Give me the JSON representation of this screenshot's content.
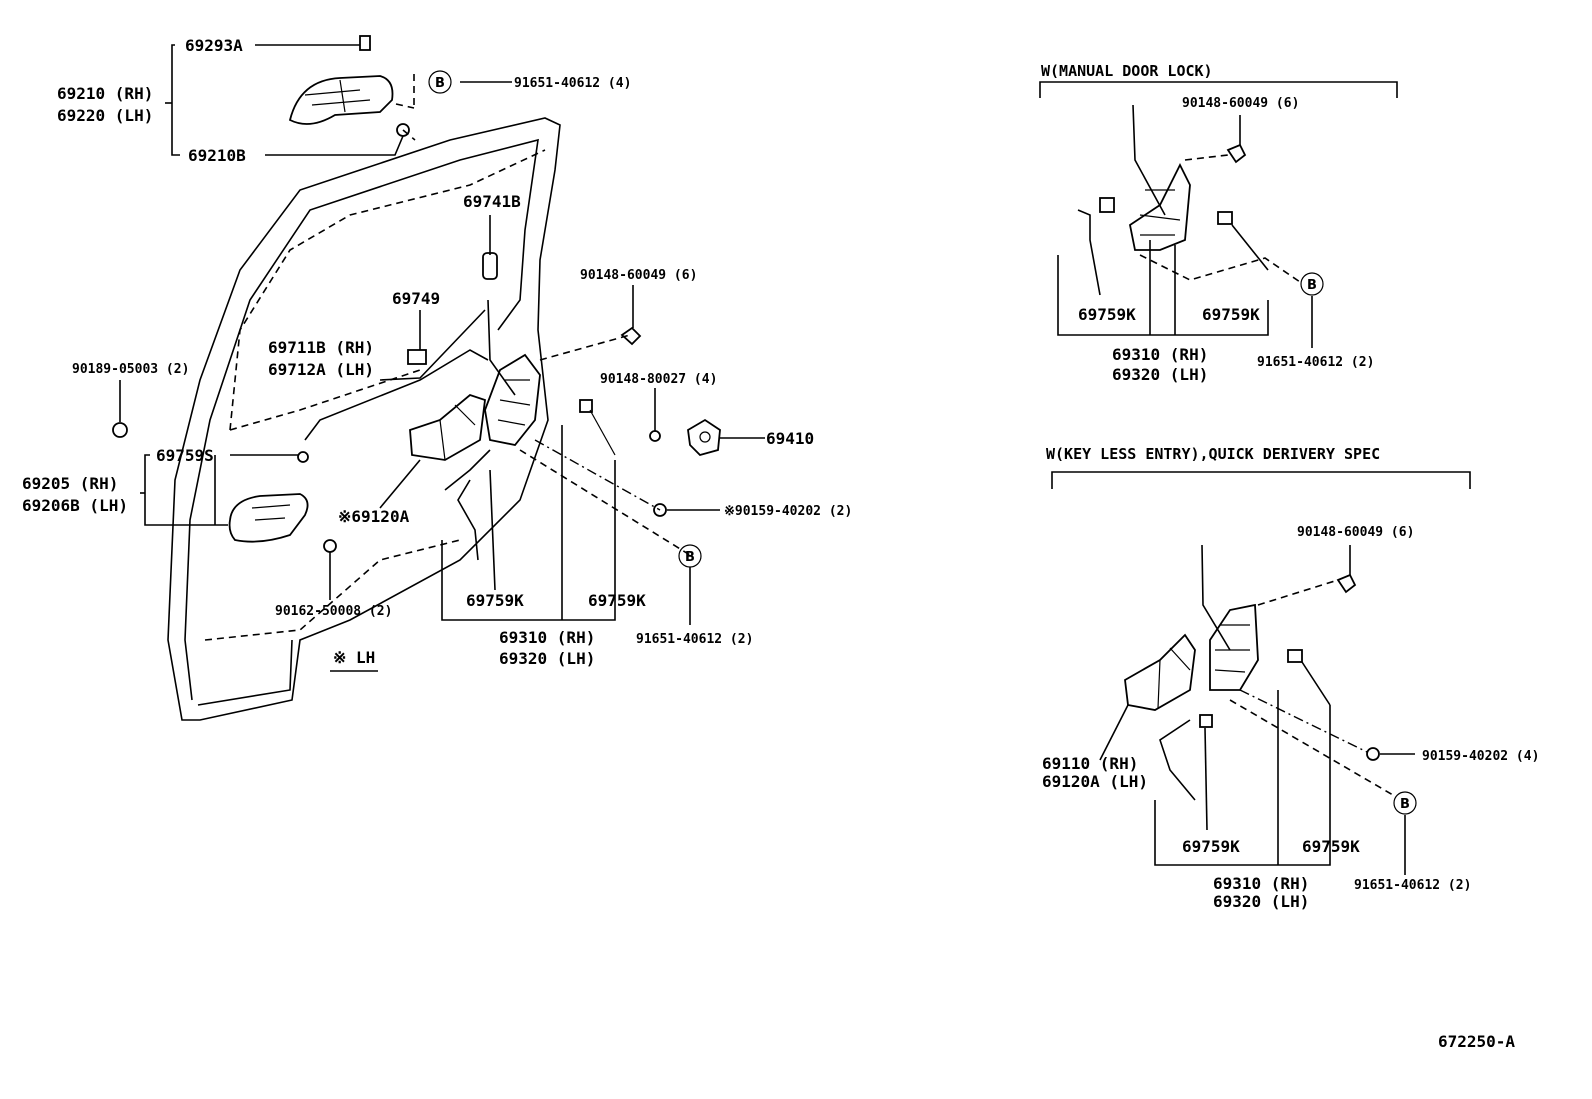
{
  "labels": {
    "p69293A": "69293A",
    "p69210": "69210 (RH)",
    "p69220": "69220 (LH)",
    "p69210B": "69210B",
    "p91651_4": "91651-40612 (4)",
    "p69741B": "69741B",
    "p90148_6_main": "90148-60049 (6)",
    "p69749": "69749",
    "p69711B": "69711B (RH)",
    "p69712A": "69712A (LH)",
    "p90189": "90189-05003 (2)",
    "p90148_80027": "90148-80027 (4)",
    "p69410": "69410",
    "p69759S": "69759S",
    "p69205": "69205  (RH)",
    "p69206B": "69206B (LH)",
    "p69120A_main": "※69120A",
    "p90159_main": "※90159-40202 (2)",
    "p90162": "90162-50008 (2)",
    "p69759K_1": "69759K",
    "p69759K_2": "69759K",
    "p69310_main": "69310 (RH)",
    "p69320_main": "69320 (LH)",
    "p91651_2_main": "91651-40612 (2)",
    "note_lh": "※ LH",
    "manual_header": "W(MANUAL DOOR LOCK)",
    "m_90148": "90148-60049 (6)",
    "m_69759K_1": "69759K",
    "m_69759K_2": "69759K",
    "m_69310": "69310 (RH)",
    "m_69320": "69320 (LH)",
    "m_91651": "91651-40612 (2)",
    "keyless_header": "W(KEY LESS ENTRY),QUICK DERIVERY SPEC",
    "k_90148": "90148-60049 (6)",
    "k_90159": "90159-40202 (4)",
    "k_69110": "69110  (RH)",
    "k_69120A": "69120A (LH)",
    "k_69759K_1": "69759K",
    "k_69759K_2": "69759K",
    "k_69310": "69310 (RH)",
    "k_69320": "69320 (LH)",
    "k_91651": "91651-40612 (2)",
    "figure_id": "672250-A",
    "ref_mark": "B"
  }
}
